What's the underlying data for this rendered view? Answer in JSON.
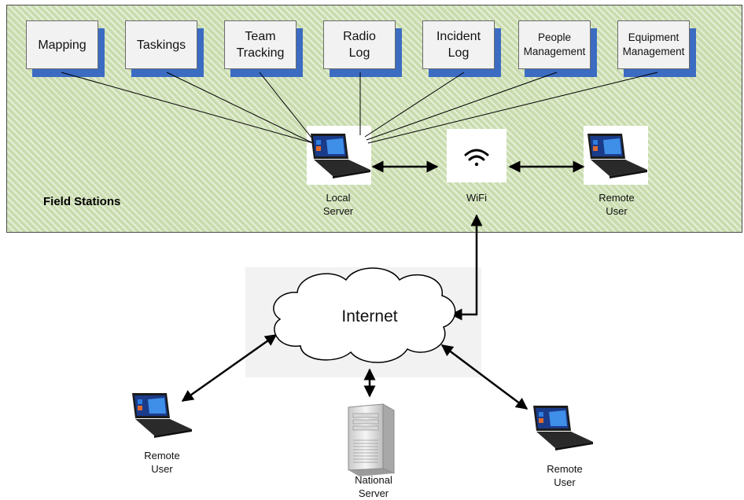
{
  "field_stations": {
    "label": "Field Stations"
  },
  "modules": [
    {
      "label": "Mapping"
    },
    {
      "label": "Taskings"
    },
    {
      "label": "Team\nTracking"
    },
    {
      "label": "Radio\nLog"
    },
    {
      "label": "Incident\nLog"
    },
    {
      "label": "People\nManagement"
    },
    {
      "label": "Equipment\nManagement"
    }
  ],
  "nodes": {
    "local_server": "Local\nServer",
    "wifi": "WiFi",
    "remote_user_field": "Remote\nUser",
    "internet": "Internet",
    "remote_user_left": "Remote\nUser",
    "national_server": "National\nServer",
    "remote_user_right": "Remote\nUser"
  },
  "colors": {
    "panel_fill": "#c9dcae",
    "module_shadow": "#3b6cc2",
    "module_fill": "#f2f2f2"
  }
}
